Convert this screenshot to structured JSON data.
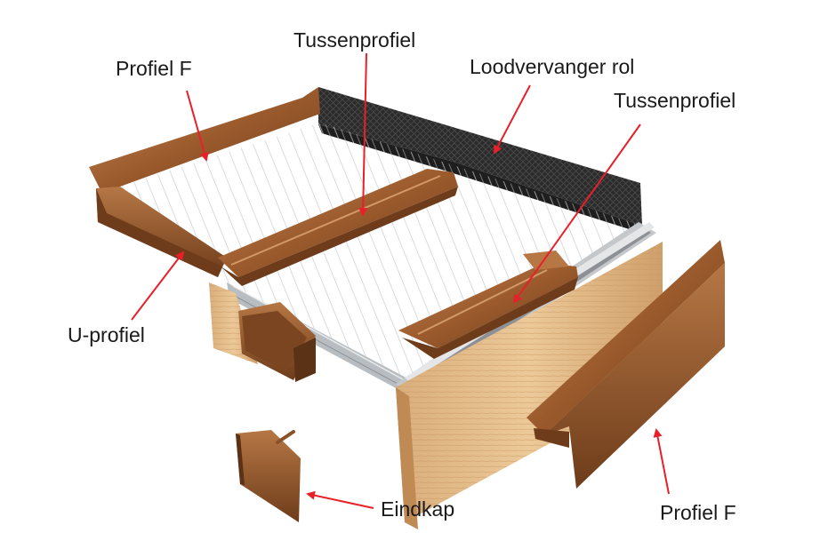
{
  "labels": {
    "profiel_f_top": "Profiel F",
    "tussenprofiel_top": "Tussenprofiel",
    "loodvervanger": "Loodvervanger rol",
    "tussenprofiel_right": "Tussenprofiel",
    "u_profiel": "U-profiel",
    "eindkap": "Eindkap",
    "profiel_f_bottom": "Profiel F"
  },
  "colors": {
    "arrow": "#e8202a",
    "brown": "#9a5a2c",
    "brown_dark": "#6e3c1a",
    "brown_light": "#c98a55",
    "wood": "#e2bb8a",
    "wood_dark": "#c9955f",
    "panel": "#d9dde0",
    "membrane": "#2e2e2e",
    "rail": "#a9adb0"
  }
}
